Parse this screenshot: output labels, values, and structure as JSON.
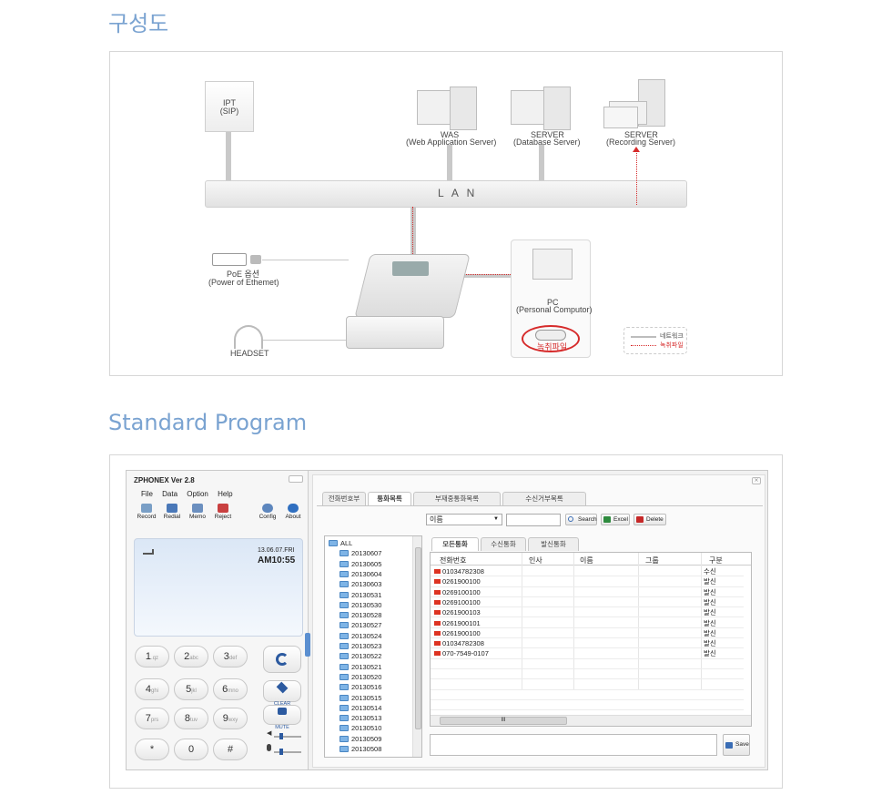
{
  "sections": {
    "diagram_title": "구성도",
    "program_title": "Standard Program"
  },
  "diagram": {
    "ipt": "IPT\n(SIP)",
    "was_label": "WAS",
    "was_sub": "(Web Application Server)",
    "db_label": "SERVER",
    "db_sub": "(Database Server)",
    "rec_label": "SERVER",
    "rec_sub": "(Recording Server)",
    "lan": "L A N",
    "poe_label": "PoE 옵션",
    "poe_sub": "(Power of Ethemet)",
    "pc_label": "PC",
    "pc_sub": "(Personal Computor)",
    "record_file": "녹취파일",
    "headset": "HEADSET",
    "legend_network": "네트워크",
    "legend_record": "녹취파일",
    "colors": {
      "network": "#bdbdbd",
      "record": "#d62b2b"
    }
  },
  "app": {
    "brand": "PHONEX",
    "version": "Ver 2.8",
    "menu": [
      "File",
      "Data",
      "Option",
      "Help"
    ],
    "toolbar": [
      "Record",
      "Redial",
      "Memo",
      "Reject",
      "Config",
      "About"
    ],
    "display": {
      "date": "13.06.07.FRI",
      "time": "AM10:55"
    },
    "keys": [
      {
        "d": "1",
        "s": ".qz"
      },
      {
        "d": "2",
        "s": "abc"
      },
      {
        "d": "3",
        "s": "def"
      },
      {
        "d": "4",
        "s": "ghi"
      },
      {
        "d": "5",
        "s": "jkl"
      },
      {
        "d": "6",
        "s": "mno"
      },
      {
        "d": "7",
        "s": "prs"
      },
      {
        "d": "8",
        "s": "tuv"
      },
      {
        "d": "9",
        "s": "wxy"
      },
      {
        "d": "*",
        "s": ""
      },
      {
        "d": "0",
        "s": ""
      },
      {
        "d": "#",
        "s": ""
      }
    ],
    "side_buttons": [
      "CLEAR",
      "MUTE"
    ],
    "tabs": [
      "전화번호부",
      "통화목록",
      "부재중통화목록",
      "수신거부목록"
    ],
    "active_tab": "통화목록",
    "search_select": "이름",
    "search_value": "",
    "buttons": {
      "search": "Search",
      "excel": "Excel",
      "delete": "Delete",
      "save": "Save"
    },
    "subtabs": [
      "모든통화",
      "수신통화",
      "발신통화"
    ],
    "tree": [
      "ALL",
      "20130607",
      "20130605",
      "20130604",
      "20130603",
      "20130531",
      "20130530",
      "20130528",
      "20130527",
      "20130524",
      "20130523",
      "20130522",
      "20130521",
      "20130520",
      "20130516",
      "20130515",
      "20130514",
      "20130513",
      "20130510",
      "20130509",
      "20130508"
    ],
    "columns": [
      "전화번호",
      "인사",
      "이름",
      "그룹",
      "구분"
    ],
    "rows": [
      {
        "num": "01034782308",
        "dir": "수신"
      },
      {
        "num": "0261900100",
        "dir": "발신"
      },
      {
        "num": "0269100100",
        "dir": "발신"
      },
      {
        "num": "0269100100",
        "dir": "발신"
      },
      {
        "num": "0261900103",
        "dir": "발신"
      },
      {
        "num": "0261900101",
        "dir": "발신"
      },
      {
        "num": "0261900100",
        "dir": "발신"
      },
      {
        "num": "01034782308",
        "dir": "발신"
      },
      {
        "num": "070-7549-0107",
        "dir": "발신"
      }
    ],
    "scroll_label": "III"
  }
}
